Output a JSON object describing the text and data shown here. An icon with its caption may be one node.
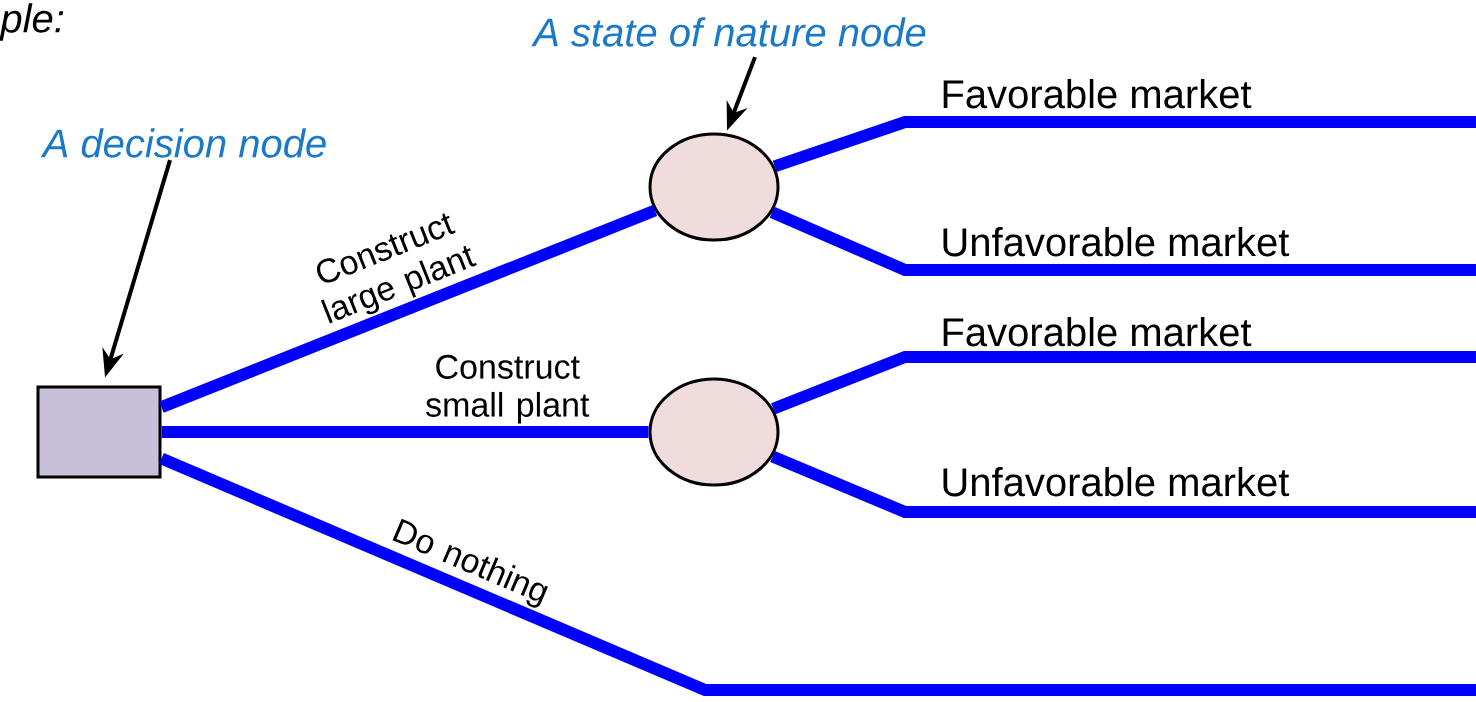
{
  "diagram": {
    "nodes": [
      {
        "text": [
          "A decision node"
        ]
      },
      {
        "text": [
          "A state of nature node"
        ]
      },
      {
        "text": [],
        "shape": "box"
      },
      {
        "text": [],
        "shape": "circle"
      },
      {
        "text": [],
        "shape": "circle"
      }
    ],
    "edges": [
      {
        "from": 0,
        "to": 2,
        "arrow": "to",
        "color": "#000000"
      },
      {
        "from": 1,
        "to": 3,
        "arrow": "to",
        "color": "#000000"
      },
      {
        "from": 2,
        "to": 3,
        "arrow": "none",
        "label": "Construct large plant"
      },
      {
        "from": 2,
        "to": 4,
        "arrow": "none",
        "label": "Construct small plant"
      },
      {
        "from": 2,
        "to": null,
        "arrow": "none",
        "label": "Do nothing"
      },
      {
        "from": 3,
        "to": null,
        "arrow": "none",
        "label": "Favorable market"
      },
      {
        "from": 3,
        "to": null,
        "arrow": "none",
        "label": "Unfavorable market"
      },
      {
        "from": 4,
        "to": null,
        "arrow": "none",
        "label": "Favorable market"
      },
      {
        "from": 4,
        "to": null,
        "arrow": "none",
        "label": "Unfavorable market"
      }
    ],
    "labels": [
      "ple:"
    ]
  }
}
